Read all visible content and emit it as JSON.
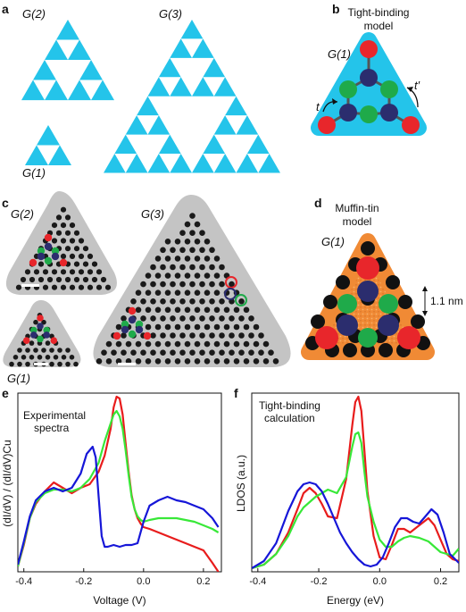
{
  "colors": {
    "triangle": "#24c4ea",
    "red": "#e8262b",
    "green": "#1faa4a",
    "navy": "#2b2d6e",
    "orange": "#f08a35",
    "black": "#111111",
    "stm_bg": "#c8c8c8",
    "series_red": "#e81c1c",
    "series_green": "#38e838",
    "series_blue": "#1616d8"
  },
  "panels": {
    "a": {
      "letter": "a",
      "g2": "G(2)",
      "g3": "G(3)",
      "g1": "G(1)"
    },
    "b": {
      "letter": "b",
      "title_line1": "Tight-binding",
      "title_line2": "model",
      "g1": "G(1)",
      "t": "t",
      "tprime": "t′"
    },
    "c": {
      "letter": "c",
      "g2": "G(2)",
      "g3": "G(3)",
      "g1": "G(1)"
    },
    "d": {
      "letter": "d",
      "title_line1": "Muffin-tin",
      "title_line2": "model",
      "g1": "G(1)",
      "scale": "1.1 nm"
    },
    "e": {
      "letter": "e",
      "inset_line1": "Experimental",
      "inset_line2": "spectra"
    },
    "f": {
      "letter": "f",
      "inset_line1": "Tight-binding",
      "inset_line2": "calculation"
    }
  },
  "chart_data": [
    {
      "type": "line",
      "panel": "e",
      "xlabel": "Voltage (V)",
      "ylabel": "(dI/dV) / (dI/dV)Cu",
      "xlim": [
        -0.42,
        0.26
      ],
      "xticks": [
        -0.4,
        -0.2,
        0.0,
        0.2
      ],
      "xtick_labels": [
        "-0.4",
        "-0.2",
        "0.0",
        "0.2"
      ],
      "ylim": [
        0,
        1
      ],
      "series": [
        {
          "color": "red",
          "x": [
            -0.42,
            -0.4,
            -0.38,
            -0.36,
            -0.33,
            -0.3,
            -0.27,
            -0.24,
            -0.21,
            -0.18,
            -0.15,
            -0.13,
            -0.11,
            -0.1,
            -0.09,
            -0.08,
            -0.07,
            -0.06,
            -0.05,
            -0.04,
            -0.03,
            -0.02,
            -0.01,
            0.0,
            0.02,
            0.05,
            0.08,
            0.11,
            0.14,
            0.17,
            0.2,
            0.23,
            0.25
          ],
          "y": [
            0.03,
            0.15,
            0.3,
            0.38,
            0.45,
            0.5,
            0.47,
            0.44,
            0.47,
            0.49,
            0.56,
            0.65,
            0.8,
            0.92,
            0.98,
            0.97,
            0.88,
            0.72,
            0.56,
            0.43,
            0.35,
            0.3,
            0.27,
            0.25,
            0.24,
            0.22,
            0.2,
            0.18,
            0.16,
            0.14,
            0.12,
            0.05,
            0.0
          ]
        },
        {
          "color": "green",
          "x": [
            -0.42,
            -0.4,
            -0.38,
            -0.36,
            -0.33,
            -0.3,
            -0.27,
            -0.24,
            -0.21,
            -0.18,
            -0.15,
            -0.13,
            -0.11,
            -0.1,
            -0.09,
            -0.08,
            -0.07,
            -0.06,
            -0.05,
            -0.04,
            -0.03,
            -0.02,
            -0.01,
            0.0,
            0.02,
            0.05,
            0.08,
            0.11,
            0.14,
            0.17,
            0.2,
            0.23,
            0.25
          ],
          "y": [
            0.03,
            0.16,
            0.3,
            0.39,
            0.44,
            0.46,
            0.46,
            0.45,
            0.47,
            0.52,
            0.61,
            0.73,
            0.83,
            0.88,
            0.9,
            0.87,
            0.8,
            0.68,
            0.54,
            0.42,
            0.35,
            0.31,
            0.29,
            0.28,
            0.29,
            0.3,
            0.3,
            0.3,
            0.29,
            0.28,
            0.26,
            0.24,
            0.22
          ]
        },
        {
          "color": "blue",
          "x": [
            -0.42,
            -0.4,
            -0.38,
            -0.36,
            -0.33,
            -0.3,
            -0.27,
            -0.24,
            -0.21,
            -0.19,
            -0.17,
            -0.16,
            -0.15,
            -0.14,
            -0.13,
            -0.12,
            -0.1,
            -0.08,
            -0.06,
            -0.04,
            -0.02,
            0.0,
            0.02,
            0.05,
            0.08,
            0.11,
            0.14,
            0.17,
            0.2,
            0.23,
            0.25
          ],
          "y": [
            0.04,
            0.17,
            0.31,
            0.4,
            0.45,
            0.47,
            0.45,
            0.47,
            0.55,
            0.66,
            0.7,
            0.64,
            0.42,
            0.2,
            0.14,
            0.14,
            0.15,
            0.14,
            0.15,
            0.15,
            0.16,
            0.28,
            0.37,
            0.4,
            0.42,
            0.4,
            0.39,
            0.37,
            0.35,
            0.3,
            0.25
          ]
        }
      ]
    },
    {
      "type": "line",
      "panel": "f",
      "xlabel": "Energy (eV)",
      "ylabel": "LDOS (a.u.)",
      "xlim": [
        -0.42,
        0.26
      ],
      "xticks": [
        -0.4,
        -0.2,
        0.0,
        0.2
      ],
      "xtick_labels": [
        "-0.4",
        "-0.2",
        "0.0",
        "0.2"
      ],
      "ylim": [
        0,
        1
      ],
      "series": [
        {
          "color": "red",
          "x": [
            -0.42,
            -0.38,
            -0.34,
            -0.3,
            -0.27,
            -0.25,
            -0.23,
            -0.21,
            -0.19,
            -0.17,
            -0.14,
            -0.11,
            -0.09,
            -0.08,
            -0.07,
            -0.06,
            -0.05,
            -0.04,
            -0.02,
            0.0,
            0.02,
            0.04,
            0.06,
            0.08,
            0.1,
            0.13,
            0.16,
            0.18,
            0.2,
            0.22,
            0.24,
            0.26
          ],
          "y": [
            0.02,
            0.04,
            0.1,
            0.22,
            0.35,
            0.44,
            0.47,
            0.44,
            0.38,
            0.31,
            0.3,
            0.52,
            0.82,
            0.95,
            0.98,
            0.9,
            0.68,
            0.45,
            0.2,
            0.08,
            0.07,
            0.15,
            0.24,
            0.24,
            0.22,
            0.26,
            0.3,
            0.26,
            0.18,
            0.1,
            0.07,
            0.06
          ]
        },
        {
          "color": "green",
          "x": [
            -0.42,
            -0.38,
            -0.34,
            -0.3,
            -0.27,
            -0.25,
            -0.23,
            -0.21,
            -0.19,
            -0.17,
            -0.14,
            -0.11,
            -0.09,
            -0.08,
            -0.07,
            -0.06,
            -0.05,
            -0.04,
            -0.02,
            0.0,
            0.02,
            0.04,
            0.06,
            0.08,
            0.1,
            0.13,
            0.16,
            0.18,
            0.2,
            0.22,
            0.24,
            0.26
          ],
          "y": [
            0.02,
            0.04,
            0.1,
            0.2,
            0.31,
            0.36,
            0.39,
            0.42,
            0.44,
            0.46,
            0.44,
            0.53,
            0.7,
            0.77,
            0.78,
            0.72,
            0.56,
            0.42,
            0.28,
            0.18,
            0.14,
            0.14,
            0.17,
            0.19,
            0.2,
            0.19,
            0.17,
            0.14,
            0.11,
            0.1,
            0.09,
            0.13
          ]
        },
        {
          "color": "blue",
          "x": [
            -0.42,
            -0.38,
            -0.34,
            -0.3,
            -0.27,
            -0.25,
            -0.23,
            -0.21,
            -0.19,
            -0.17,
            -0.15,
            -0.13,
            -0.11,
            -0.09,
            -0.07,
            -0.05,
            -0.03,
            -0.01,
            0.01,
            0.03,
            0.05,
            0.07,
            0.09,
            0.11,
            0.13,
            0.15,
            0.17,
            0.19,
            0.21,
            0.23,
            0.26
          ],
          "y": [
            0.02,
            0.06,
            0.16,
            0.34,
            0.45,
            0.49,
            0.5,
            0.49,
            0.45,
            0.38,
            0.3,
            0.22,
            0.16,
            0.11,
            0.07,
            0.04,
            0.03,
            0.04,
            0.08,
            0.16,
            0.25,
            0.3,
            0.3,
            0.28,
            0.27,
            0.31,
            0.35,
            0.32,
            0.22,
            0.1,
            0.05
          ]
        }
      ]
    }
  ]
}
